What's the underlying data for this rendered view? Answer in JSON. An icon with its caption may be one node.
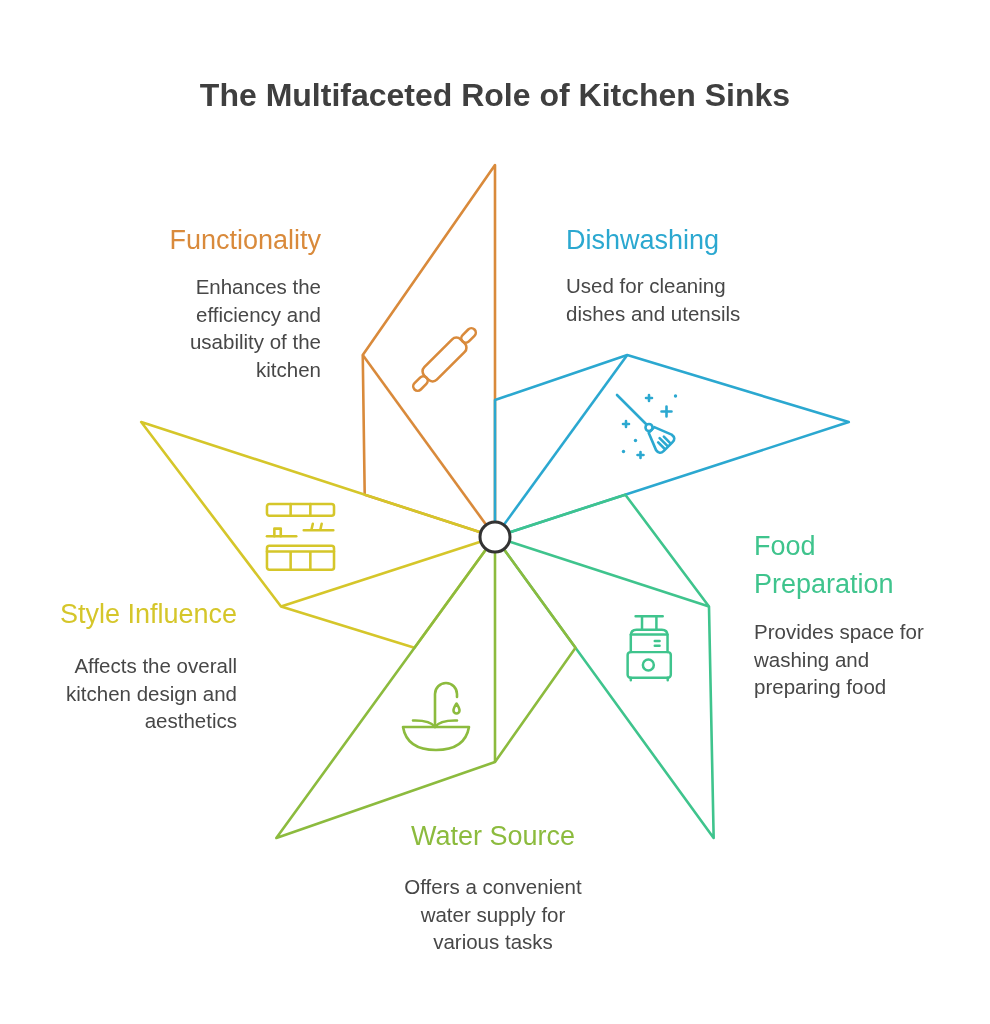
{
  "diagram": {
    "title": "The Multifaceted Role of Kitchen Sinks",
    "nodes": [
      {
        "text": [
          "Functionality",
          "Enhances the efficiency and usability of the kitchen"
        ]
      },
      {
        "text": [
          "Dishwashing",
          "Used for cleaning dishes and utensils"
        ]
      },
      {
        "text": [
          "Food Preparation",
          "Provides space for washing and preparing food"
        ]
      },
      {
        "text": [
          "Style Influence",
          "Affects the overall kitchen design and aesthetics"
        ]
      },
      {
        "text": [
          "Water Source",
          "Offers a convenient water supply for various tasks"
        ]
      }
    ]
  }
}
